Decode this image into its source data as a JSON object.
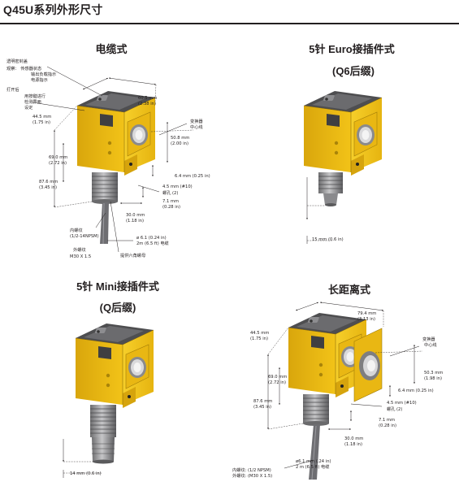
{
  "page_title": "Q45U系列外形尺寸",
  "sections": {
    "cable": {
      "title": "电缆式",
      "callouts": {
        "cover": "透明密封盖",
        "cover_note1": "观察：  传感器状态",
        "cover_note2": "输出负载指示",
        "cover_note3": "电源指示",
        "open_after": "打开后",
        "open_note1": "用按键进行",
        "open_note2": "检测界面",
        "open_note3": "设定",
        "centerline1": "变换器",
        "centerline2": "中心线",
        "thread_in1": "内螺纹",
        "thread_in2": "(1/2-14NPSM)",
        "thread_out1": "外螺纹",
        "thread_out2": "M30 X 1.5",
        "hex_nut": "提供六角螺母",
        "screw_label": "4.5 mm (#10)",
        "screw_name": "螺孔 (2)",
        "cable_dia1": "ø 6.1 (0.24 in)",
        "cable_dia2": "2m (6.5 ft) 电缆"
      },
      "dims": {
        "d1_mm": "44.5 mm",
        "d1_in": "(1.75 in)",
        "d2_mm": "60.5 mm",
        "d2_in": "(2.38 in)",
        "d3_mm": "50.8 mm",
        "d3_in": "(2.00 in)",
        "d4_mm": "69.0 mm",
        "d4_in": "(2.72 in)",
        "d5_mm": "87.6 mm",
        "d5_in": "(3.45 in)",
        "d6": "6.4 mm (0.25 in)",
        "d7_mm": "7.1 mm",
        "d7_in": "(0.28 in)",
        "d8_mm": "30.0 mm",
        "d8_in": "(1.18 in)"
      }
    },
    "euro": {
      "title": "5针 Euro接插件式",
      "subtitle": "(Q6后缀)",
      "dim": "15 mm (0.6 in)"
    },
    "mini": {
      "title": "5针 Mini接插件式",
      "subtitle": "(Q后缀)",
      "dim": "14 mm (0.6 in)"
    },
    "long": {
      "title": "长距离式",
      "callouts": {
        "centerline1": "变换器",
        "centerline2": "中心线",
        "screw_label": "4.5 mm (#10)",
        "screw_name": "螺孔 (2)",
        "thread_in": "内螺纹: (1/2 NPSM)",
        "thread_out": "外螺纹: (M30 X 1.5)",
        "cable_dia1": "ø6.1 mm (.24 in)",
        "cable_dia2": "2 m (6.5 ft) 电缆"
      },
      "dims": {
        "d1_mm": "44.5 mm",
        "d1_in": "(1.75 in)",
        "d2_mm": "79.4 mm",
        "d2_in": "(3.13 in)",
        "d3_mm": "50.3 mm",
        "d3_in": "(1.98 in)",
        "d4_mm": "69.0 mm",
        "d4_in": "(2.72 in)",
        "d5_mm": "87.6 mm",
        "d5_in": "(3.45 in)",
        "d6": "6.4 mm (0.25 in)",
        "d7_mm": "7.1 mm",
        "d7_in": "(0.28 in)",
        "d8_mm": "30.0 mm",
        "d8_in": "(1.18 in)"
      }
    }
  },
  "colors": {
    "housing_yellow": "#f2c318",
    "housing_shade": "#c99a0a",
    "cover_gray": "#5a5a5c",
    "thread_gray": "#9a9a9c",
    "lens": "#e8e8e8"
  }
}
